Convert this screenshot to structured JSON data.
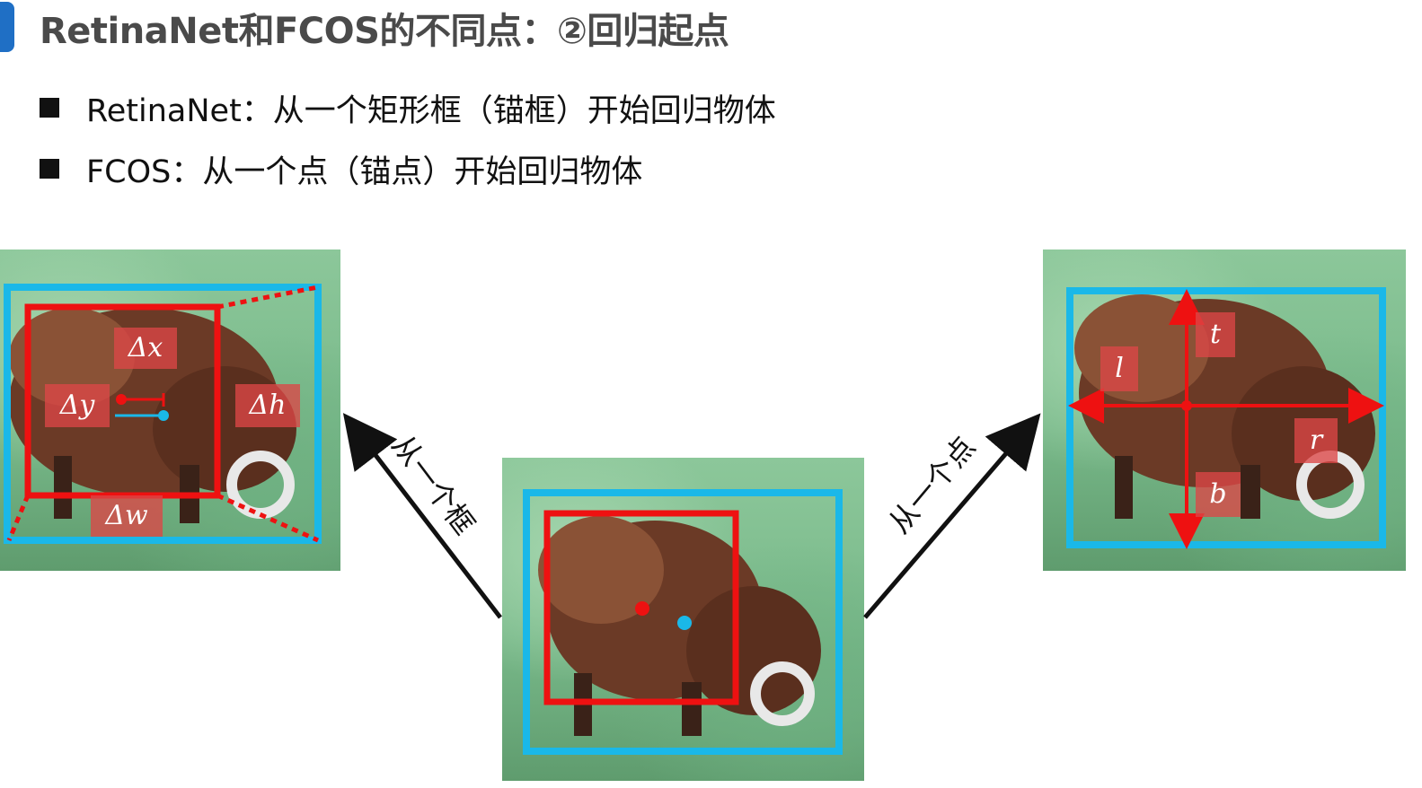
{
  "header": {
    "title": "RetinaNet和FCOS的不同点：②回归起点"
  },
  "bullets": [
    "RetinaNet：从一个矩形框（锚框）开始回归物体",
    "FCOS：从一个点（锚点）开始回归物体"
  ],
  "left_panel": {
    "labels": {
      "dx": "Δx",
      "dy": "Δy",
      "dh": "Δh",
      "dw": "Δw"
    }
  },
  "right_panel": {
    "labels": {
      "t": "t",
      "l": "l",
      "r": "r",
      "b": "b"
    }
  },
  "arrows": {
    "left_label": "从一个框",
    "right_label": "从一个点"
  },
  "colors": {
    "anchor_box": "#1ab8e8",
    "gt_box": "#ee1111",
    "title_accent": "#1f6fc5"
  }
}
